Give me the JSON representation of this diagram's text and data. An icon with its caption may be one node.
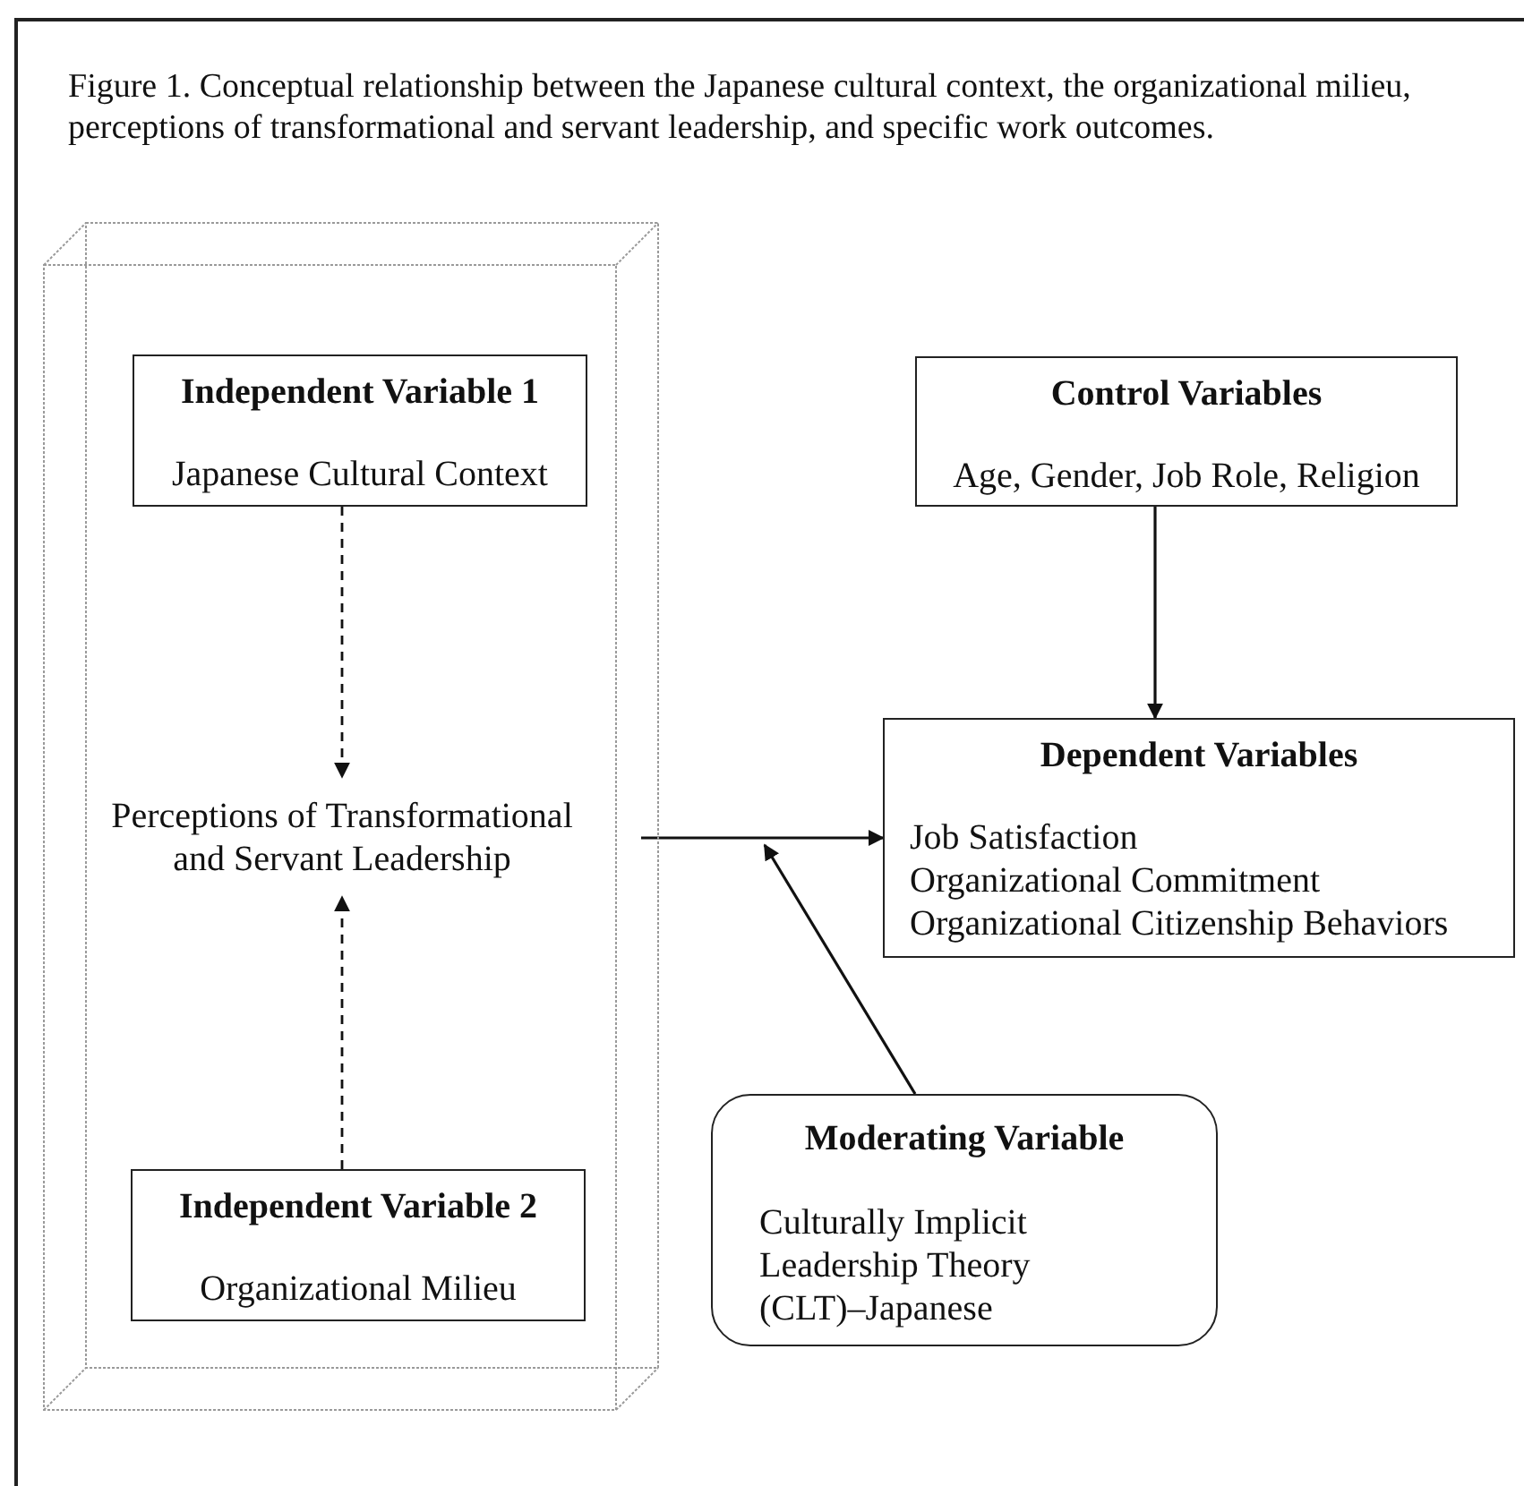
{
  "diagram": {
    "title": "Figure 1. Conceptual relationship between the Japanese cultural context, the organizational milieu, perceptions of transformational and servant leadership, and specific work outcomes.",
    "nodes": [
      {
        "text": [],
        "shape": "box"
      },
      {
        "text": [
          "Independent Variable 1",
          "Japanese Cultural Context"
        ],
        "in": 0
      },
      {
        "text": [
          "Perceptions of Transformational and Servant Leadership"
        ],
        "in": 0
      },
      {
        "text": [
          "Independent Variable 2",
          "Organizational Milieu"
        ],
        "in": 0
      },
      {
        "text": [
          "Control Variables",
          "Age, Gender, Job Role, Religion"
        ]
      },
      {
        "text": [
          "Dependent Variables",
          "Job Satisfaction",
          "Organizational Commitment",
          "Organizational Citizenship Behaviors"
        ]
      },
      {
        "text": [
          "Moderating Variable",
          "Culturally Implicit Leadership Theory (CLT)–Japanese"
        ]
      }
    ],
    "edges": [
      {
        "from": 1,
        "to": 2,
        "arrow": "to",
        "style": "dashed"
      },
      {
        "from": 3,
        "to": 2,
        "arrow": "to",
        "style": "dashed"
      },
      {
        "from": 4,
        "to": 5,
        "arrow": "to"
      },
      {
        "from": 2,
        "to": 5,
        "arrow": "to"
      },
      {
        "from": 6,
        "to": null,
        "arrow": "to"
      }
    ]
  }
}
